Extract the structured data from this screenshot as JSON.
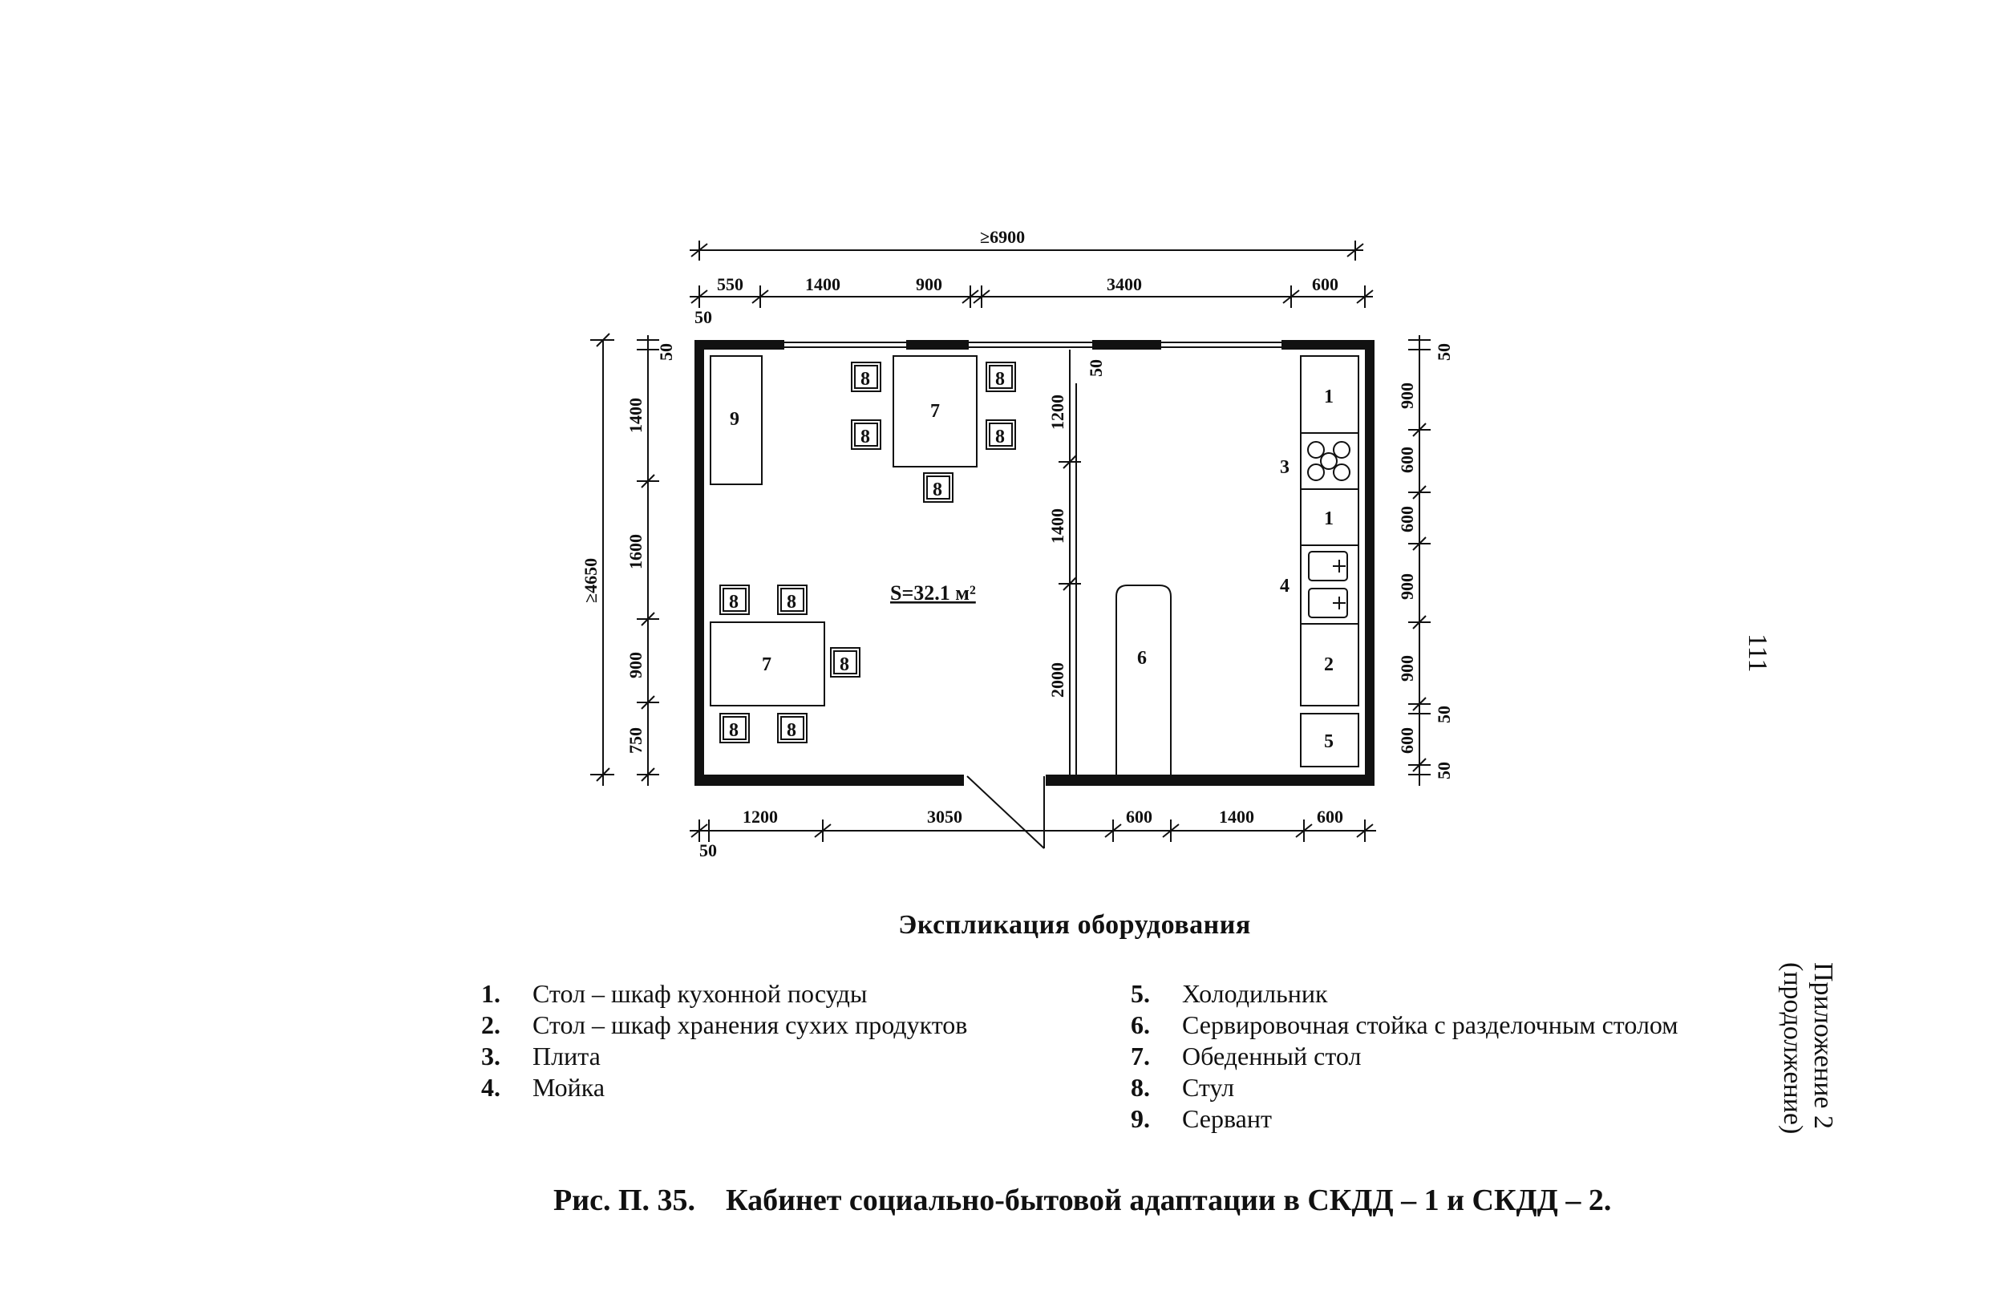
{
  "plan": {
    "overall_width": "≥6900",
    "overall_depth": "≥4650",
    "area": "S=32.1 м²",
    "dims_top": [
      "550",
      "1400",
      "900",
      "3400",
      "600"
    ],
    "dims_top_corner": "50",
    "dims_bottom": [
      "1200",
      "3050",
      "600",
      "1400",
      "600"
    ],
    "dims_bottom_corner": "50",
    "dims_left": [
      "1400",
      "1600",
      "900",
      "750"
    ],
    "dims_left_corner": "50",
    "dims_middle": [
      "1200",
      "1400",
      "2000"
    ],
    "dims_middle_top": "50",
    "dims_right": [
      "900",
      "600",
      "600",
      "900",
      "900",
      "600"
    ],
    "dims_right_small": [
      "50",
      "50",
      "50"
    ],
    "labels": {
      "cabinet1": "1",
      "stove": "3",
      "cabinet1b": "1",
      "sink": "4",
      "cabinet2": "2",
      "fridge": "5",
      "serving": "6",
      "table": "7",
      "chair": "8",
      "sideboard": "9"
    }
  },
  "legend": {
    "title": "Экспликация оборудования",
    "left": [
      {
        "num": "1.",
        "text": "Стол – шкаф кухонной посуды"
      },
      {
        "num": "2.",
        "text": "Стол – шкаф хранения сухих продуктов"
      },
      {
        "num": "3.",
        "text": "Плита"
      },
      {
        "num": "4.",
        "text": "Мойка"
      }
    ],
    "right": [
      {
        "num": "5.",
        "text": "Холодильник"
      },
      {
        "num": "6.",
        "text": "Сервировочная стойка с разделочным столом"
      },
      {
        "num": "7.",
        "text": "Обеденный стол"
      },
      {
        "num": "8.",
        "text": "Стул"
      },
      {
        "num": "9.",
        "text": "Сервант"
      }
    ]
  },
  "caption": {
    "number": "Рис. П. 35.",
    "text": "Кабинет социально-бытовой адаптации в СКДД – 1 и СКДД – 2."
  },
  "side": {
    "page_number": "111",
    "appendix_line1": "Приложение 2",
    "appendix_line2": "(продолжение)"
  }
}
